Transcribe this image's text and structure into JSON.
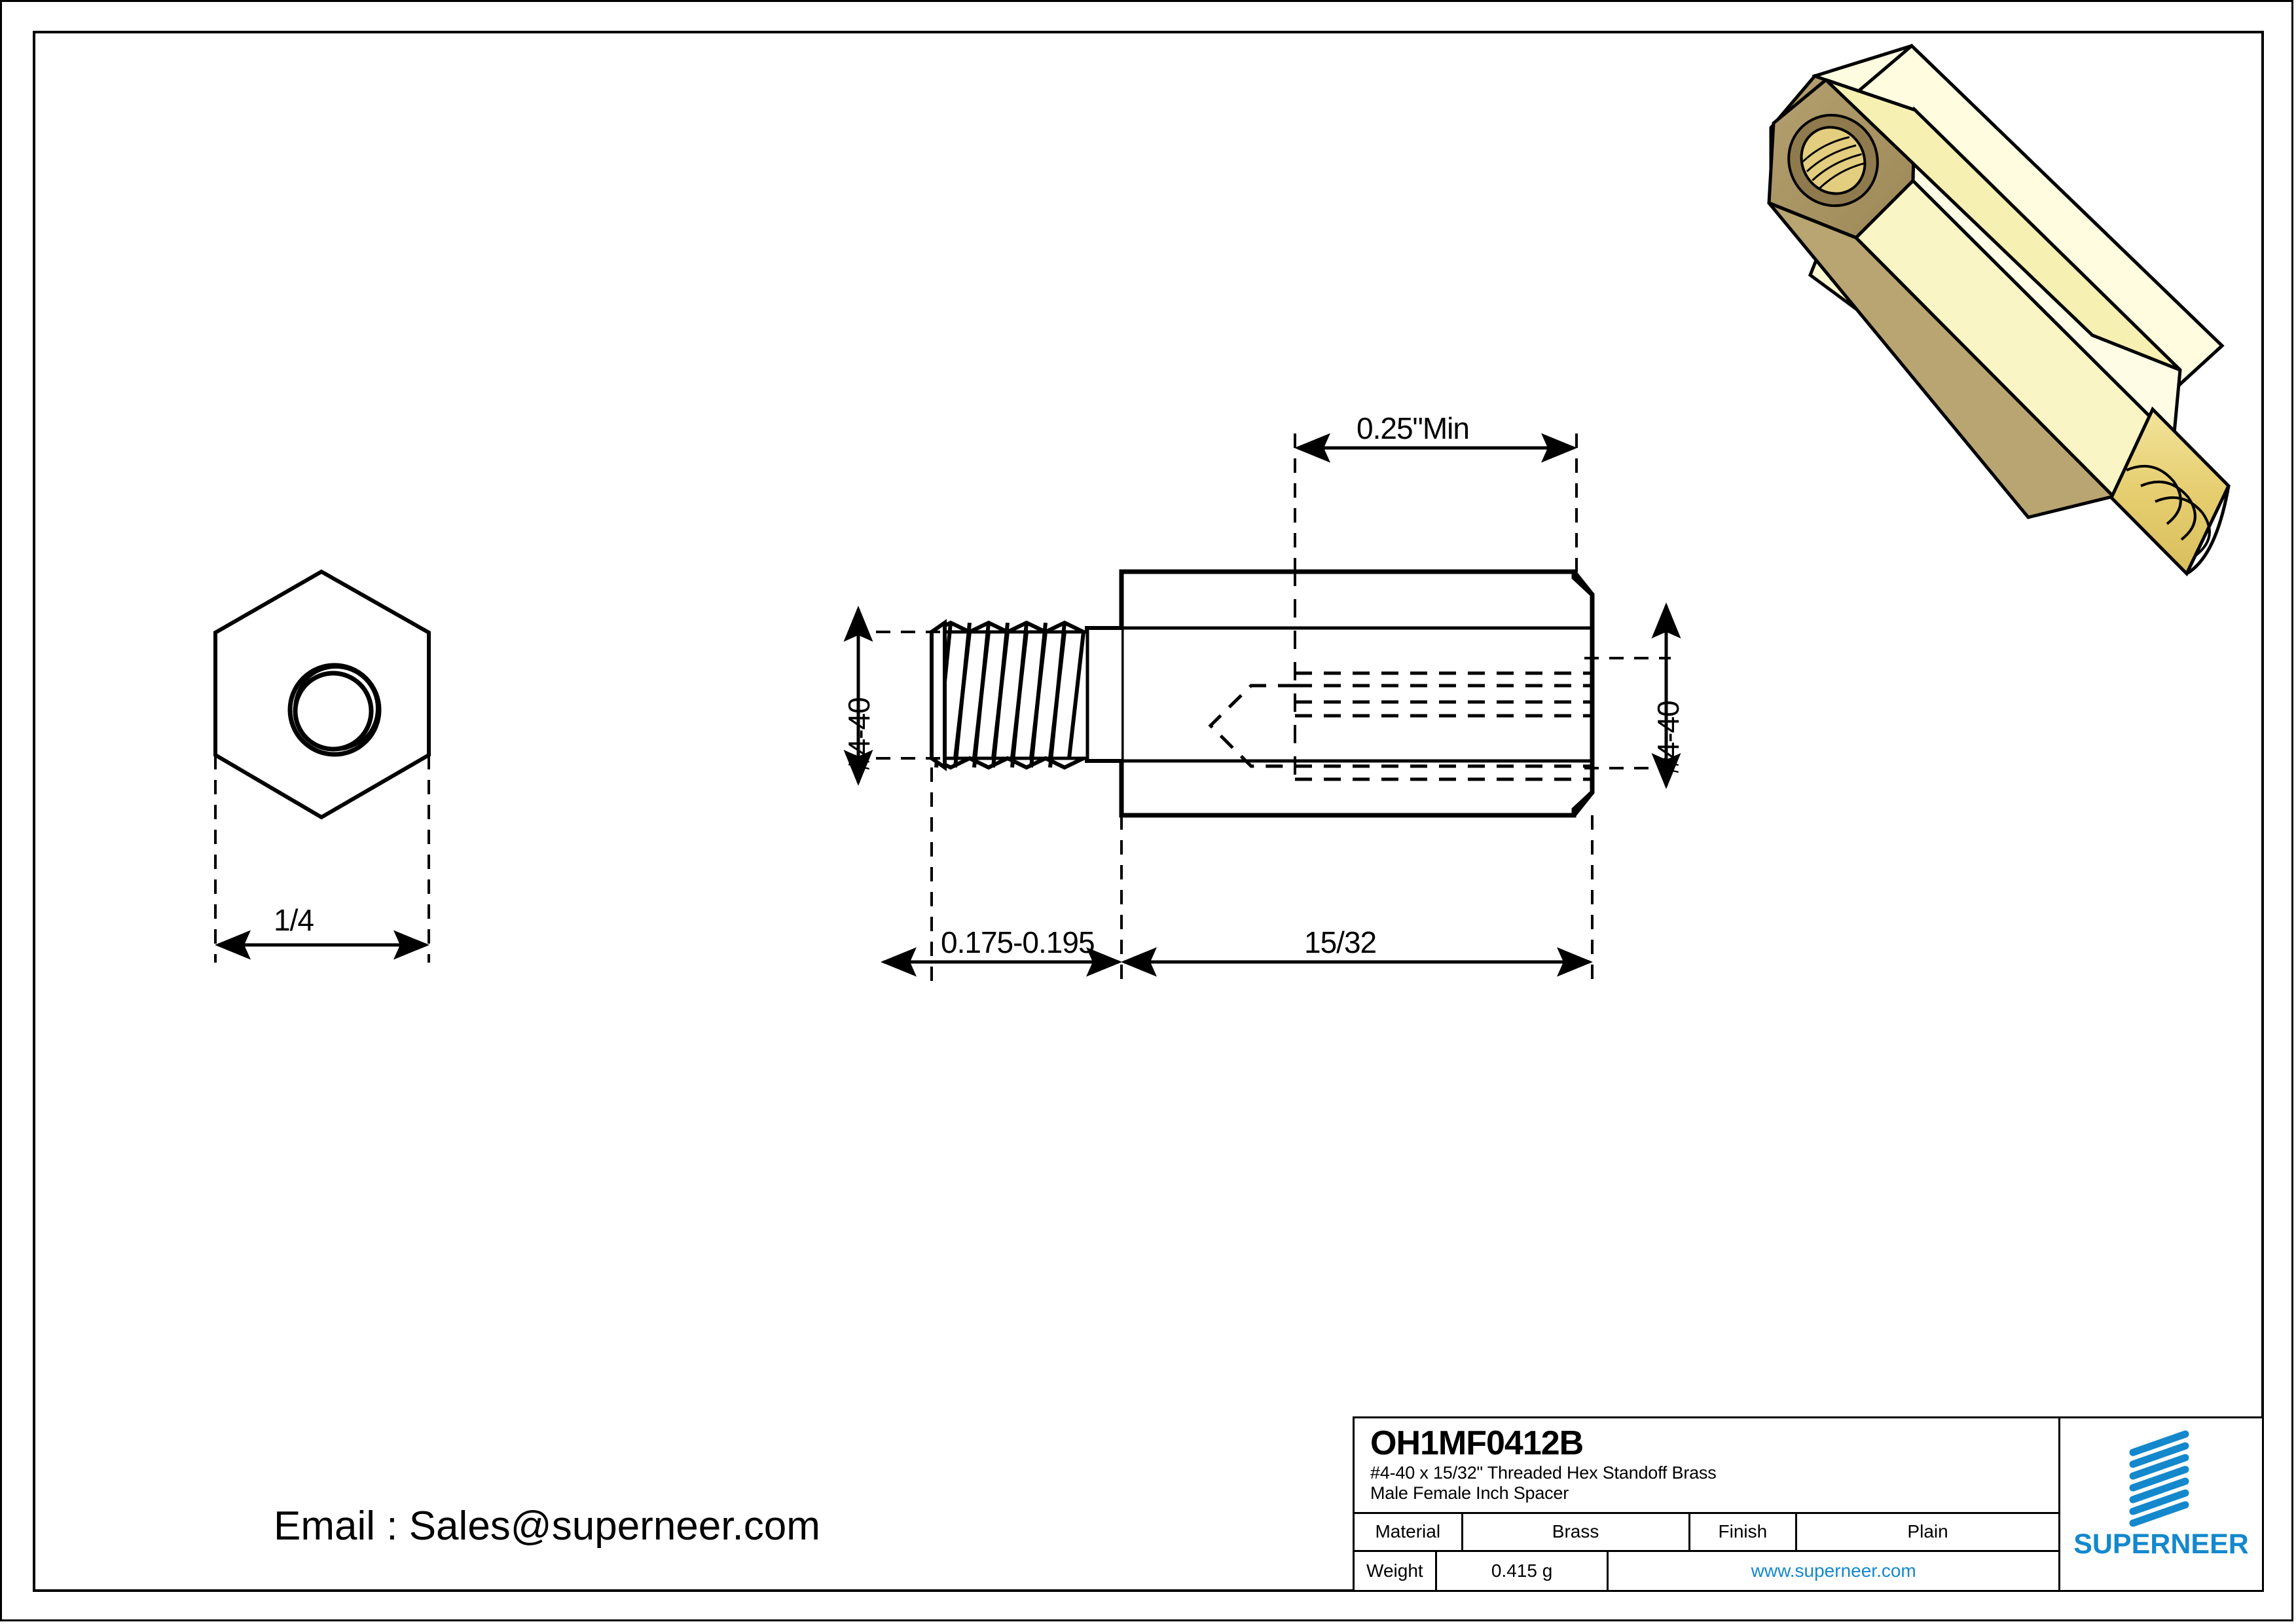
{
  "sheet": {
    "background_color": "#ffffff",
    "line_color": "#000000",
    "accent_color": "#1488CC"
  },
  "contact": {
    "email_line": "Email : Sales@superneer.com"
  },
  "views": {
    "end_view": {
      "name": "hex-end-view",
      "dimension_label": "1/4"
    },
    "side_view": {
      "name": "side-section-view",
      "top_dimension_label": "0.25\"Min",
      "left_thread_label": "#4-40",
      "right_thread_label": "#4-40",
      "bottom_dimension_left": "0.175-0.195",
      "bottom_dimension_right": "15/32"
    },
    "iso_view": {
      "name": "isometric-render",
      "body_color_light": "#FCF8D0",
      "body_color_mid": "#F2EDA8",
      "body_color_dark": "#A89464",
      "thread_color": "#E8D479"
    }
  },
  "title_block": {
    "part_number": "OH1MF0412B",
    "description_line_1": "#4-40 x 15/32\" Threaded Hex Standoff Brass",
    "description_line_2": "Male Female Inch Spacer",
    "rows": [
      {
        "label": "Material",
        "value": "Brass",
        "label2": "Finish",
        "value2": "Plain"
      },
      {
        "label": "Weight",
        "value": "0.415 g"
      }
    ],
    "material_label": "Material",
    "material_value": "Brass",
    "finish_label": "Finish",
    "finish_value": "Plain",
    "weight_label": "Weight",
    "weight_value": "0.415 g",
    "website": "www.superneer.com",
    "brand_name": "SUPERNEER"
  }
}
